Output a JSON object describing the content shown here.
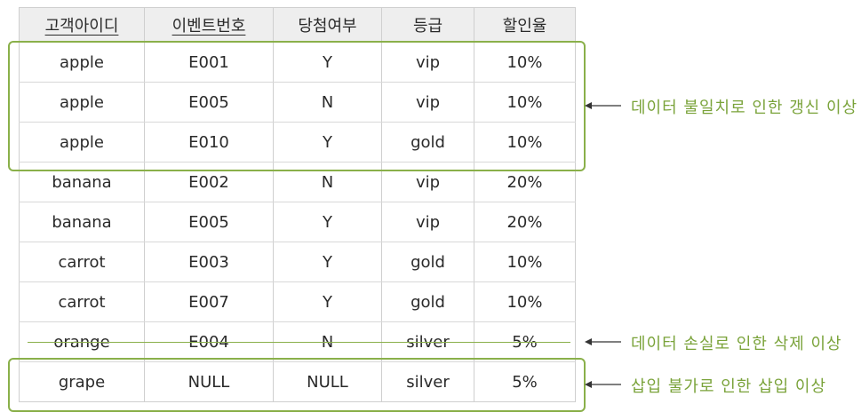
{
  "table": {
    "headers": [
      "고객아이디",
      "이벤트번호",
      "당첨여부",
      "등급",
      "할인율"
    ],
    "underlined_headers": [
      0,
      1
    ],
    "rows": [
      [
        "apple",
        "E001",
        "Y",
        "vip",
        "10%"
      ],
      [
        "apple",
        "E005",
        "N",
        "vip",
        "10%"
      ],
      [
        "apple",
        "E010",
        "Y",
        "gold",
        "10%"
      ],
      [
        "banana",
        "E002",
        "N",
        "vip",
        "20%"
      ],
      [
        "banana",
        "E005",
        "Y",
        "vip",
        "20%"
      ],
      [
        "carrot",
        "E003",
        "Y",
        "gold",
        "10%"
      ],
      [
        "carrot",
        "E007",
        "Y",
        "gold",
        "10%"
      ],
      [
        "orange",
        "E004",
        "N",
        "silver",
        "5%"
      ],
      [
        "grape",
        "NULL",
        "NULL",
        "silver",
        "5%"
      ]
    ]
  },
  "annotations": {
    "update": "데이터 불일치로 인한 갱신 이상",
    "delete": "데이터 손실로 인한 삭제 이상",
    "insert": "삽입 불가로 인한 삽입 이상"
  },
  "colors": {
    "accent_green": "#8ab04a",
    "annotation_text": "#7aa33a",
    "header_bg": "#eeeeee",
    "grid": "#cfcfcf"
  }
}
